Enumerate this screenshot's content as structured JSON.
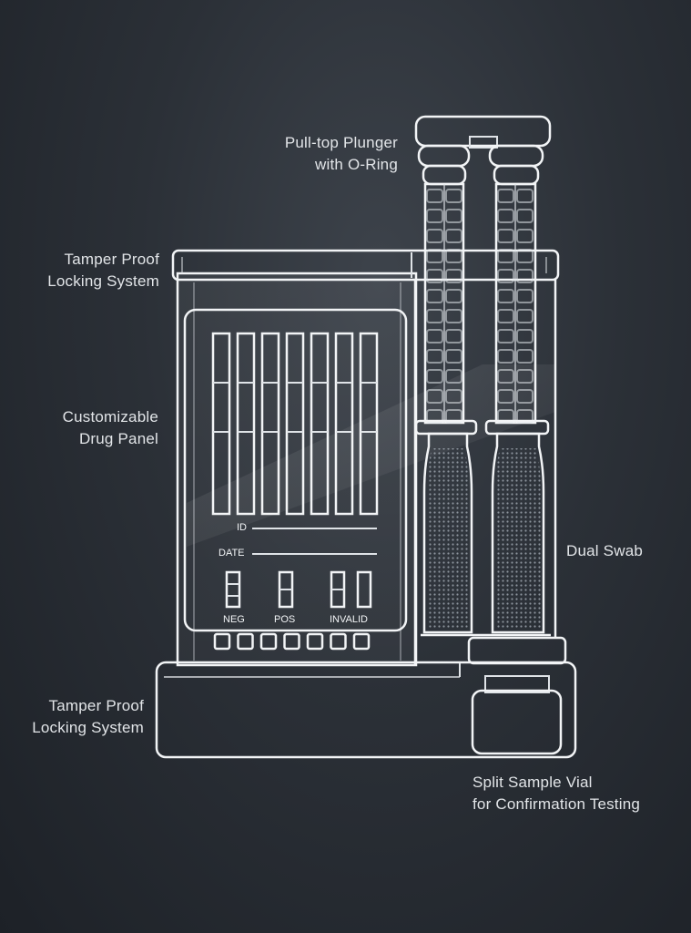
{
  "callouts": {
    "plunger": {
      "line1": "Pull-top Plunger",
      "line2": "with O-Ring"
    },
    "lock_top": {
      "line1": "Tamper Proof",
      "line2": "Locking System"
    },
    "drug_panel": {
      "line1": "Customizable",
      "line2": "Drug Panel"
    },
    "dual_swab": {
      "line1": "Dual Swab"
    },
    "lock_bottom": {
      "line1": "Tamper Proof",
      "line2": "Locking System"
    },
    "split_vial": {
      "line1": "Split Sample Vial",
      "line2": "for Confirmation Testing"
    }
  },
  "panel": {
    "id_label": "ID",
    "date_label": "DATE",
    "result_labels": {
      "neg": "NEG",
      "pos": "POS",
      "invalid": "INVALID"
    }
  },
  "colors": {
    "line": "#f2f4f6",
    "background": "#2b3037"
  }
}
